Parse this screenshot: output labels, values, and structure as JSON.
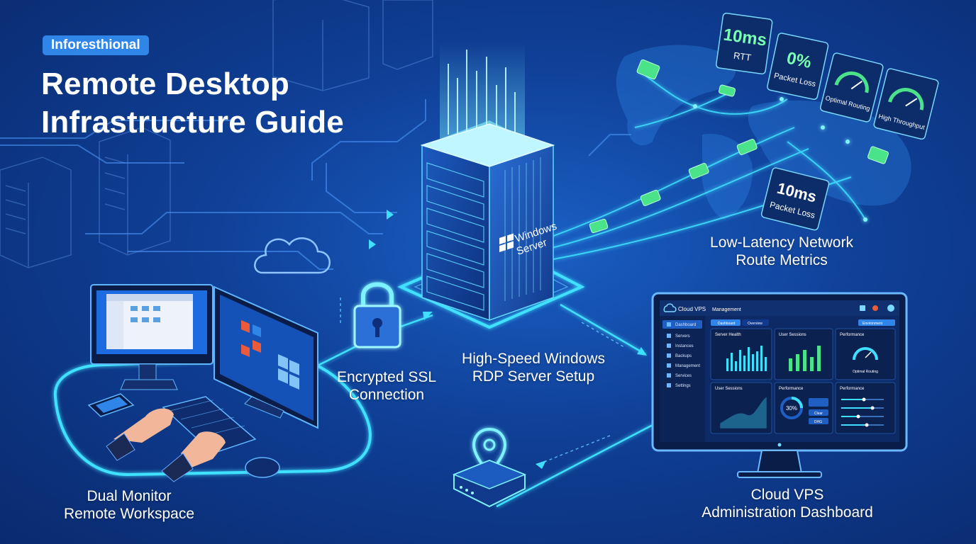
{
  "header": {
    "badge": "Inforesthional",
    "title_line1": "Remote Desktop",
    "title_line2": "Infrastructure Guide"
  },
  "labels": {
    "workspace": [
      "Dual Monitor",
      "Remote Workspace"
    ],
    "ssl": [
      "Encrypted SSL",
      "Connection"
    ],
    "server": [
      "High-Speed Windows",
      "RDP Server Setup"
    ],
    "network": [
      "Low-Latency Network",
      "Route Metrics"
    ],
    "dashboard": [
      "Cloud VPS",
      "Administration Dashboard"
    ]
  },
  "server_logo": [
    "Windows",
    "Server"
  ],
  "metric_cards": [
    {
      "value": "10ms",
      "label": "RTT"
    },
    {
      "value": "0%",
      "label": "Packet Loss"
    },
    {
      "label": "Optimal Routing"
    },
    {
      "label": "High Throughput"
    }
  ],
  "map_card": {
    "value": "10ms",
    "label": "Packet Loss"
  },
  "dashboard": {
    "brand": "Cloud VPS",
    "header_title": "Management",
    "nav": [
      "Dashboard",
      "Servers",
      "Instances",
      "Backups",
      "Management",
      "Services",
      "Settings"
    ],
    "tabs": [
      "Dashboard",
      "Overview",
      "Environment"
    ],
    "widgets": [
      "Server Health",
      "User Sessions",
      "Performance",
      "User Sessions",
      "Performance",
      "Performance"
    ],
    "gauge_caption": "Optimal Routing",
    "percent": "30%",
    "buttons": [
      "Clear",
      "DHG"
    ]
  },
  "colors": {
    "accent": "#3fe0ff",
    "glow": "#00d4ff",
    "green": "#4be38a",
    "background": "#0f3f96"
  },
  "icons": [
    "cloud-icon",
    "lock-icon",
    "location-pin-icon",
    "windows-logo-icon",
    "gauge-icon",
    "router-icon"
  ]
}
